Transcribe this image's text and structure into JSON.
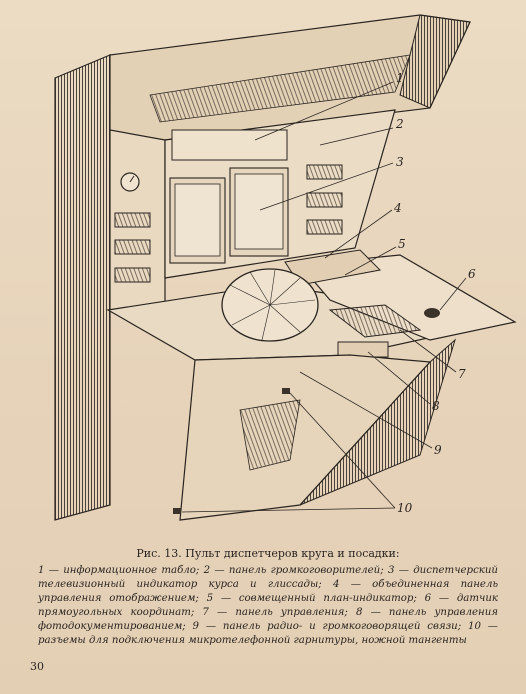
{
  "figure": {
    "callouts": [
      "1",
      "2",
      "3",
      "4",
      "5",
      "6",
      "7",
      "8",
      "9",
      "10"
    ]
  },
  "caption": {
    "title": "Рис. 13. Пульт диспетчеров круга и посадки:",
    "body": "1 — информационное табло; 2 — панель громкоговорителей; 3 — диспетчерский телевизионный индикатор курса и глиссады; 4 — объединенная панель управления отображением; 5 — совмещенный план-индикатор; 6 — датчик прямоугольных координат; 7 — панель управления; 8 — панель управления фотодокументированием; 9 — панель радио- и громкоговорящей связи; 10 — разъемы для подключения микротелефонной гарнитуры, ножной тангенты"
  },
  "page_number": "30"
}
